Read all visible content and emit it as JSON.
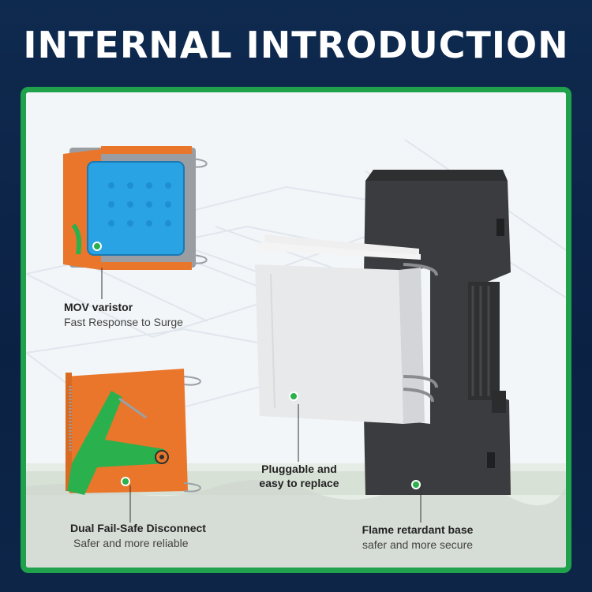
{
  "title": "INTERNAL INTRODUCTION",
  "colors": {
    "border_green": "#1fa24b",
    "orange": "#e9762a",
    "mov_blue": "#29a3e3",
    "lever_green": "#2bb04e",
    "module_white": "#e8e9eb",
    "base_dark": "#3b3c3f"
  },
  "callouts": {
    "mov": {
      "title": "MOV varistor",
      "subtitle": "Fast Response to Surge"
    },
    "failsafe": {
      "title": "Dual Fail-Safe Disconnect",
      "subtitle": "Safer and more reliable"
    },
    "pluggable": {
      "line1": "Pluggable and",
      "line2": "easy to replace"
    },
    "base": {
      "title": "Flame retardant base",
      "subtitle": "safer and more secure"
    }
  }
}
